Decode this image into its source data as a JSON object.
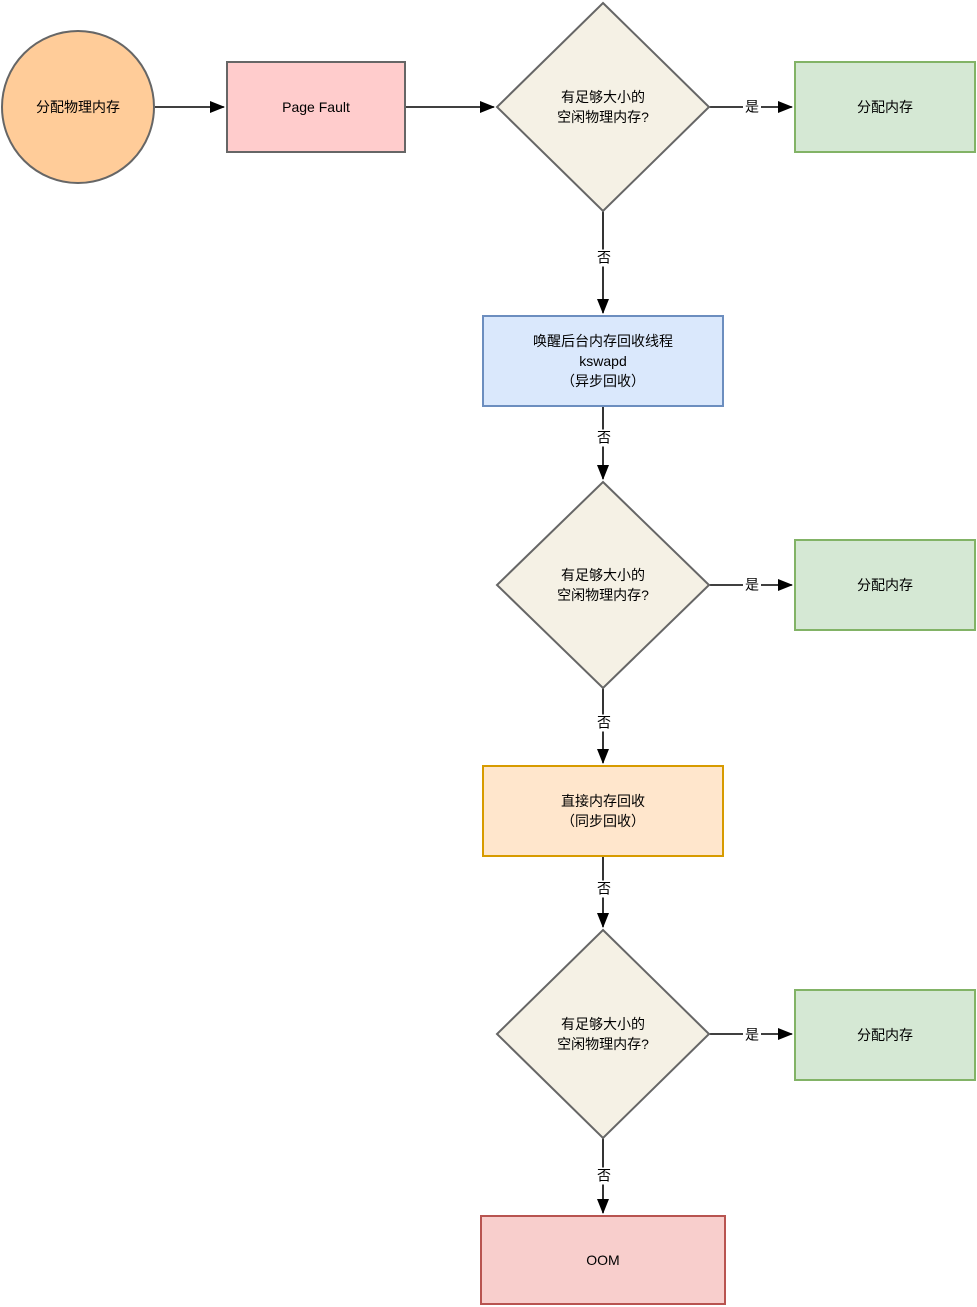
{
  "edges": {
    "color": "#000000",
    "labels": {
      "yes": "是",
      "no": "否"
    }
  },
  "nodes": {
    "start": {
      "label": "分配物理内存",
      "fill": "#FFCC99",
      "stroke": "#666666"
    },
    "page_fault": {
      "label": "Page Fault",
      "fill": "#FFCCCC",
      "stroke": "#666666"
    },
    "decision1": {
      "label": "有足够大小的\n空闲物理内存?",
      "fill": "#F5F1E5",
      "stroke": "#666666"
    },
    "alloc1": {
      "label": "分配内存",
      "fill": "#D5E8D4",
      "stroke": "#82B366"
    },
    "kswapd": {
      "label": "唤醒后台内存回收线程\nkswapd\n（异步回收）",
      "fill": "#DAE8FC",
      "stroke": "#6C8EBF"
    },
    "decision2": {
      "label": "有足够大小的\n空闲物理内存?",
      "fill": "#F5F1E5",
      "stroke": "#666666"
    },
    "alloc2": {
      "label": "分配内存",
      "fill": "#D5E8D4",
      "stroke": "#82B366"
    },
    "direct_reclaim": {
      "label": "直接内存回收\n（同步回收）",
      "fill": "#FFE6CC",
      "stroke": "#D79B00"
    },
    "decision3": {
      "label": "有足够大小的\n空闲物理内存?",
      "fill": "#F5F1E5",
      "stroke": "#666666"
    },
    "alloc3": {
      "label": "分配内存",
      "fill": "#D5E8D4",
      "stroke": "#82B366"
    },
    "oom": {
      "label": "OOM",
      "fill": "#F8CECC",
      "stroke": "#B85450"
    }
  }
}
